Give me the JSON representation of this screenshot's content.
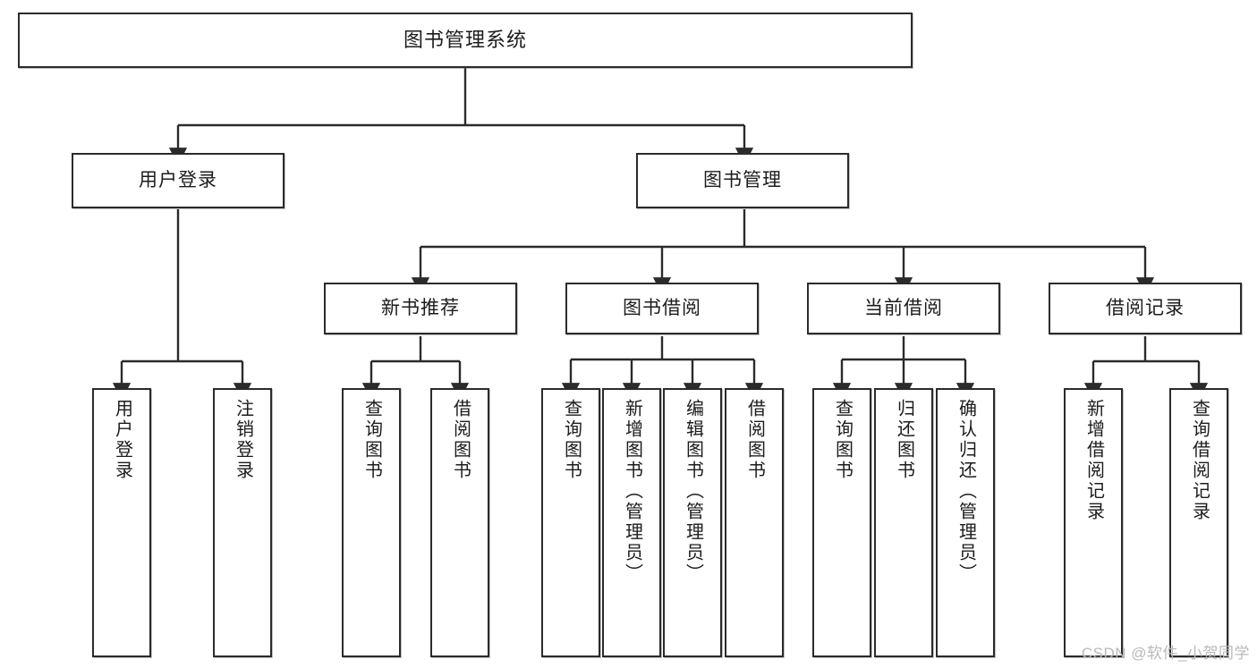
{
  "diagram": {
    "title": "图书管理系统",
    "type": "tree-hierarchy-diagram",
    "watermark": "CSDN @软件_小贺同学",
    "colors": {
      "box_border": "#2b2b2b",
      "box_fill": "#ffffff",
      "connector": "#2b2b2b",
      "text": "#1c1c1c",
      "watermark": "#b9b9b9"
    },
    "root": {
      "label": "图书管理系统"
    },
    "level2": [
      {
        "label": "用户登录"
      },
      {
        "label": "图书管理"
      }
    ],
    "level3": [
      {
        "label": "新书推荐"
      },
      {
        "label": "图书借阅"
      },
      {
        "label": "当前借阅"
      },
      {
        "label": "借阅记录"
      }
    ],
    "leaves": {
      "user_login": [
        {
          "label": "用户登录"
        },
        {
          "label": "注销登录"
        }
      ],
      "new_book_recommend": [
        {
          "label": "查询图书"
        },
        {
          "label": "借阅图书"
        }
      ],
      "book_borrow": [
        {
          "label": "查询图书"
        },
        {
          "label": "新增图书（管理员）"
        },
        {
          "label": "编辑图书（管理员）"
        },
        {
          "label": "借阅图书"
        }
      ],
      "current_borrow": [
        {
          "label": "查询图书"
        },
        {
          "label": "归还图书"
        },
        {
          "label": "确认归还（管理员）"
        }
      ],
      "borrow_record": [
        {
          "label": "新增借阅记录"
        },
        {
          "label": "查询借阅记录"
        }
      ]
    }
  }
}
